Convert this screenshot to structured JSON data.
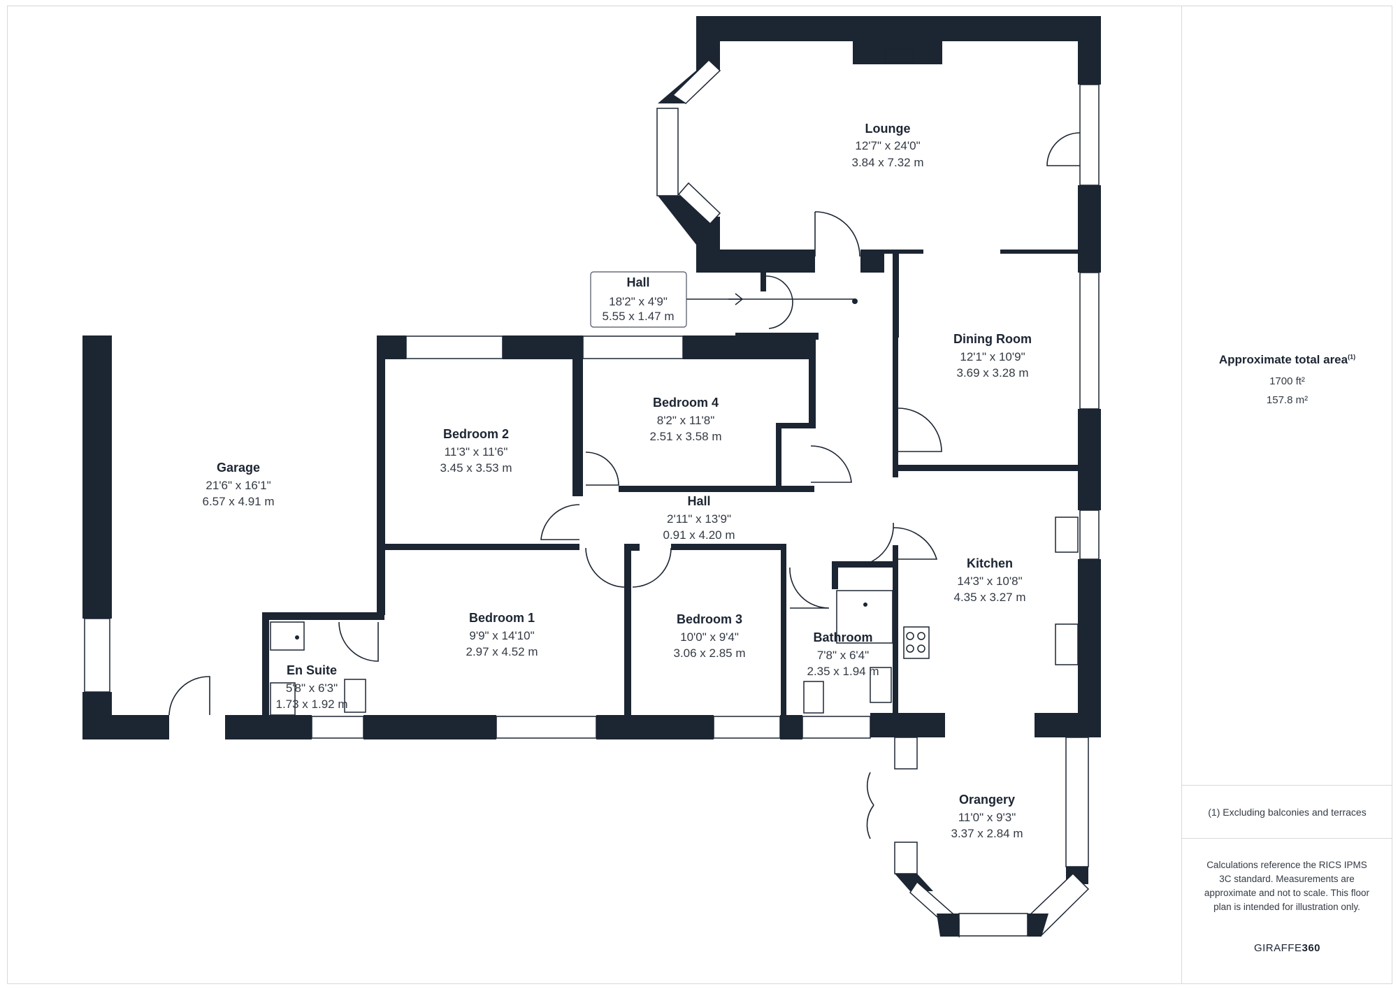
{
  "rooms": {
    "lounge": {
      "name": "Lounge",
      "imperial": "12'7\" x 24'0\"",
      "metric": "3.84 x 7.32 m"
    },
    "hall_main": {
      "name": "Hall",
      "imperial": "18'2\" x 4'9\"",
      "metric": "5.55 x 1.47 m"
    },
    "dining": {
      "name": "Dining Room",
      "imperial": "12'1\" x 10'9\"",
      "metric": "3.69 x 3.28 m"
    },
    "garage": {
      "name": "Garage",
      "imperial": "21'6\" x 16'1\"",
      "metric": "6.57 x 4.91 m"
    },
    "bedroom2": {
      "name": "Bedroom 2",
      "imperial": "11'3\" x 11'6\"",
      "metric": "3.45 x 3.53 m"
    },
    "bedroom4": {
      "name": "Bedroom 4",
      "imperial": "8'2\" x 11'8\"",
      "metric": "2.51 x 3.58 m"
    },
    "hall_inner": {
      "name": "Hall",
      "imperial": "2'11\" x 13'9\"",
      "metric": "0.91 x 4.20 m"
    },
    "kitchen": {
      "name": "Kitchen",
      "imperial": "14'3\" x 10'8\"",
      "metric": "4.35 x 3.27 m"
    },
    "bedroom1": {
      "name": "Bedroom 1",
      "imperial": "9'9\" x 14'10\"",
      "metric": "2.97 x 4.52 m"
    },
    "bedroom3": {
      "name": "Bedroom 3",
      "imperial": "10'0\" x 9'4\"",
      "metric": "3.06 x 2.85 m"
    },
    "bathroom": {
      "name": "Bathroom",
      "imperial": "7'8\" x 6'4\"",
      "metric": "2.35 x 1.94 m"
    },
    "ensuite": {
      "name": "En Suite",
      "imperial": "5'8\" x 6'3\"",
      "metric": "1.73 x 1.92 m"
    },
    "orangery": {
      "name": "Orangery",
      "imperial": "11'0\" x 9'3\"",
      "metric": "3.37 x 2.84 m"
    }
  },
  "side_panel": {
    "area_title": "Approximate total area",
    "area_sup": "(1)",
    "area_ft": "1700 ft²",
    "area_m": "157.8 m²",
    "footnote": "(1) Excluding balconies and terraces",
    "disclaimer": "Calculations reference the RICS IPMS 3C standard. Measurements are approximate and not to scale. This floor plan is intended for illustration only.",
    "brand_a": "GIRAFFE",
    "brand_b": "360"
  },
  "colors": {
    "wall": "#1c2532",
    "text": "#1c2532"
  }
}
